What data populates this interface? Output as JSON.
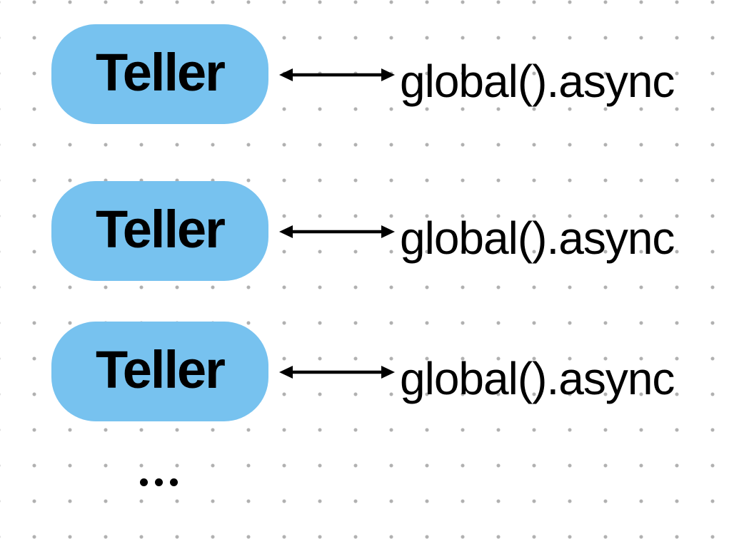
{
  "diagram": {
    "title": "teller-global-async-connections",
    "rows": [
      {
        "node": "Teller",
        "connection": "global().async"
      },
      {
        "node": "Teller",
        "connection": "global().async"
      },
      {
        "node": "Teller",
        "connection": "global().async"
      }
    ],
    "ellipsis": "...",
    "colors": {
      "node_fill": "#77C2EF",
      "arrow": "#000000",
      "text": "#000000",
      "grid_dot": "#b0b0b0",
      "background": "#ffffff"
    }
  }
}
